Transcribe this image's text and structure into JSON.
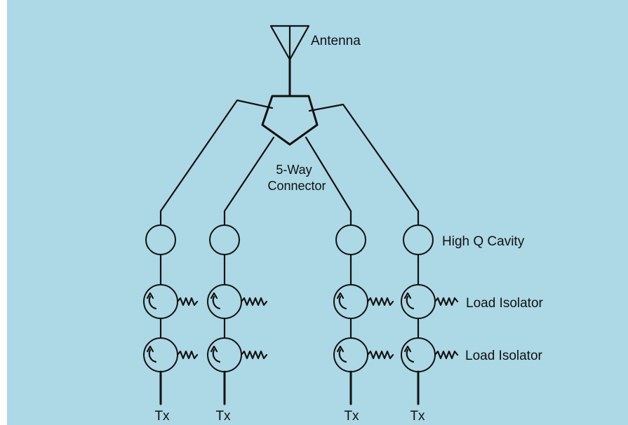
{
  "diagram": {
    "labels": {
      "antenna": "Antenna",
      "connector_line1": "5-Way",
      "connector_line2": "Connector",
      "cavity": "High Q Cavity",
      "isolator_upper": "Load Isolator",
      "isolator_lower": "Load Isolator"
    },
    "transmitters": [
      "Tx",
      "Tx",
      "Tx",
      "Tx"
    ]
  },
  "colors": {
    "background": "#add8e6",
    "stroke": "#111111"
  }
}
